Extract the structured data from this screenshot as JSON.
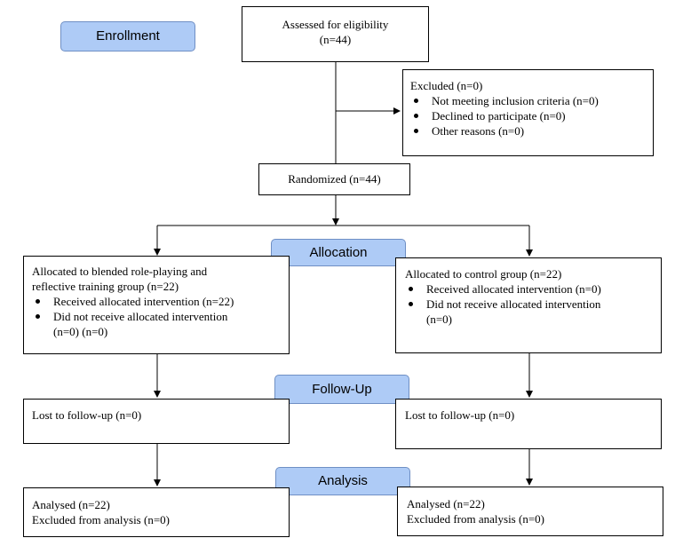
{
  "stages": {
    "enrollment": "Enrollment",
    "allocation": "Allocation",
    "followup": "Follow-Up",
    "analysis": "Analysis"
  },
  "assessed": {
    "line1": "Assessed for eligibility",
    "line2": "(n=44)"
  },
  "excluded": {
    "title": "Excluded (n=0)",
    "items": [
      "Not meeting inclusion criteria (n=0)",
      "Declined to participate (n=0)",
      "Other reasons (n=0)"
    ]
  },
  "randomized": "Randomized (n=44)",
  "allocation_left": {
    "line1": "Allocated to blended role-playing and",
    "line2": "reflective training group (n=22)",
    "items": [
      "Received allocated intervention (n=22)",
      "Did not receive allocated intervention (n=0) (n=0)"
    ]
  },
  "allocation_right": {
    "title": "Allocated to control group (n=22)",
    "items": [
      "Received allocated intervention (n=0)",
      "Did not receive allocated intervention (n=0)"
    ]
  },
  "followup_left": "Lost to follow-up (n=0)",
  "followup_right": "Lost to follow-up (n=0)",
  "analysis_left": {
    "line1": "Analysed (n=22)",
    "line2": "Excluded from analysis (n=0)"
  },
  "analysis_right": {
    "line1": "Analysed (n=22)",
    "line2": "Excluded from analysis (n=0)"
  }
}
